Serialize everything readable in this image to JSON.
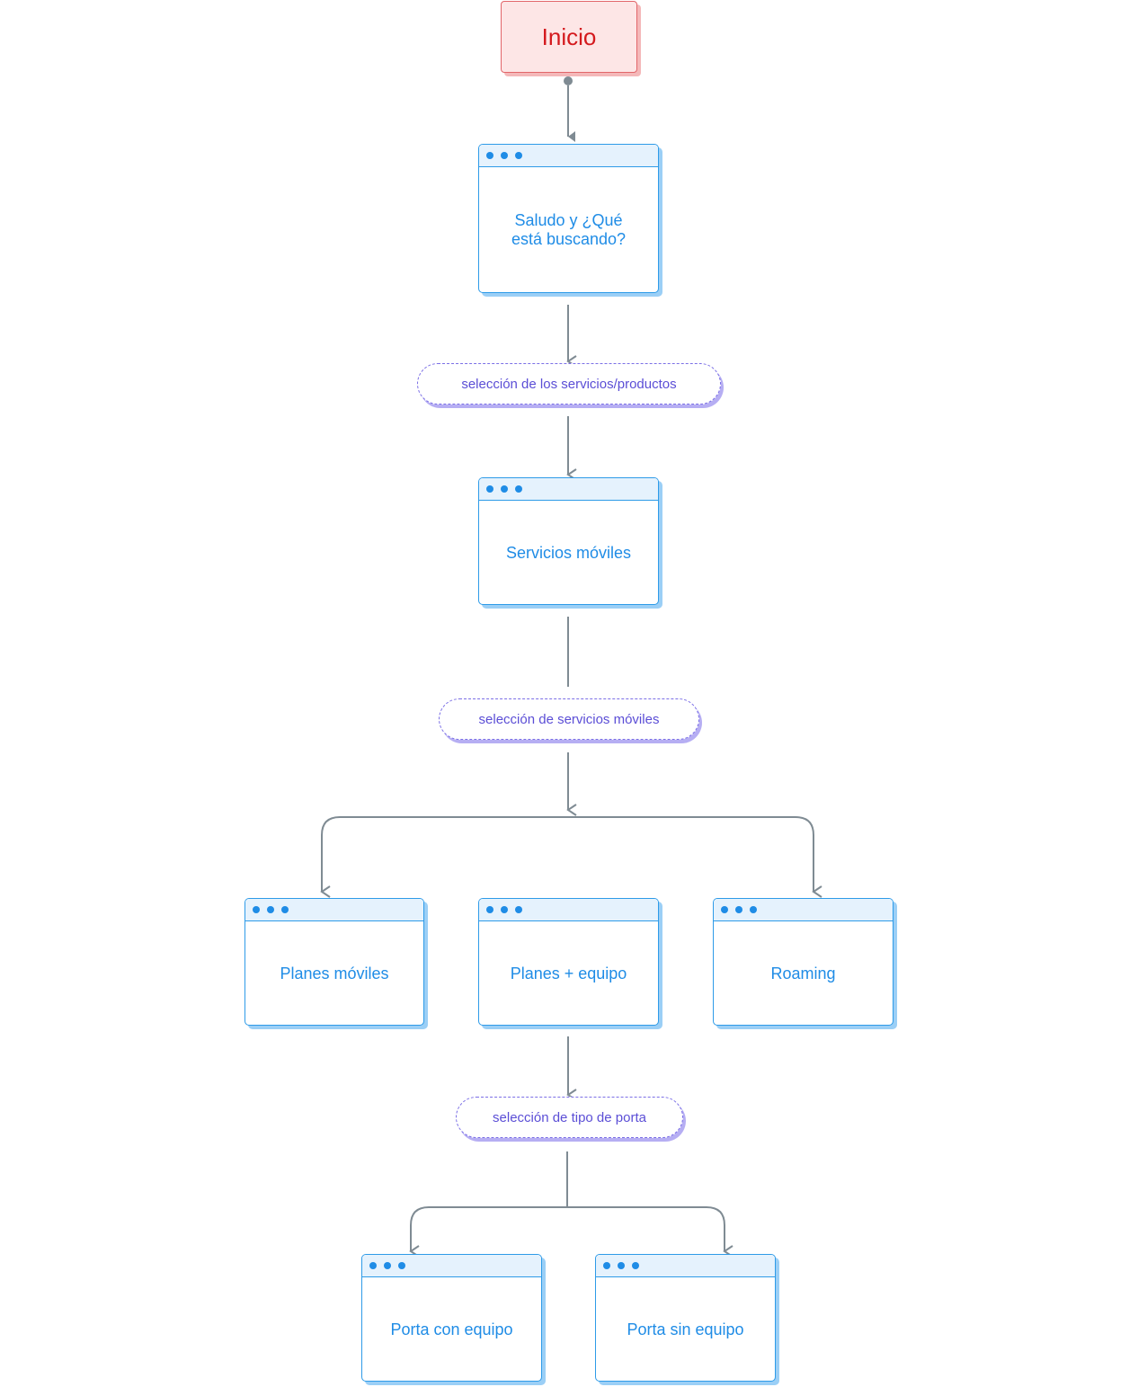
{
  "nodes": {
    "inicio": "Inicio",
    "saludo": "Saludo y ¿Qué está buscando?",
    "sel_servicios": "selección de los servicios/productos",
    "servicios_moviles": "Servicios móviles",
    "sel_moviles": "selección de servicios móviles",
    "planes_moviles": "Planes móviles",
    "planes_equipo": "Planes + equipo",
    "roaming": "Roaming",
    "sel_porta": "selección de tipo de porta",
    "porta_con": "Porta con equipo",
    "porta_sin": "Porta sin equipo"
  },
  "colors": {
    "start_fill": "#fde6e6",
    "start_text": "#d4191d",
    "screen_border": "#2e9be8",
    "screen_text": "#1f8ce6",
    "decision_border": "#7b6fe6",
    "decision_text": "#5b4ed6",
    "connector": "#7f8b93"
  }
}
